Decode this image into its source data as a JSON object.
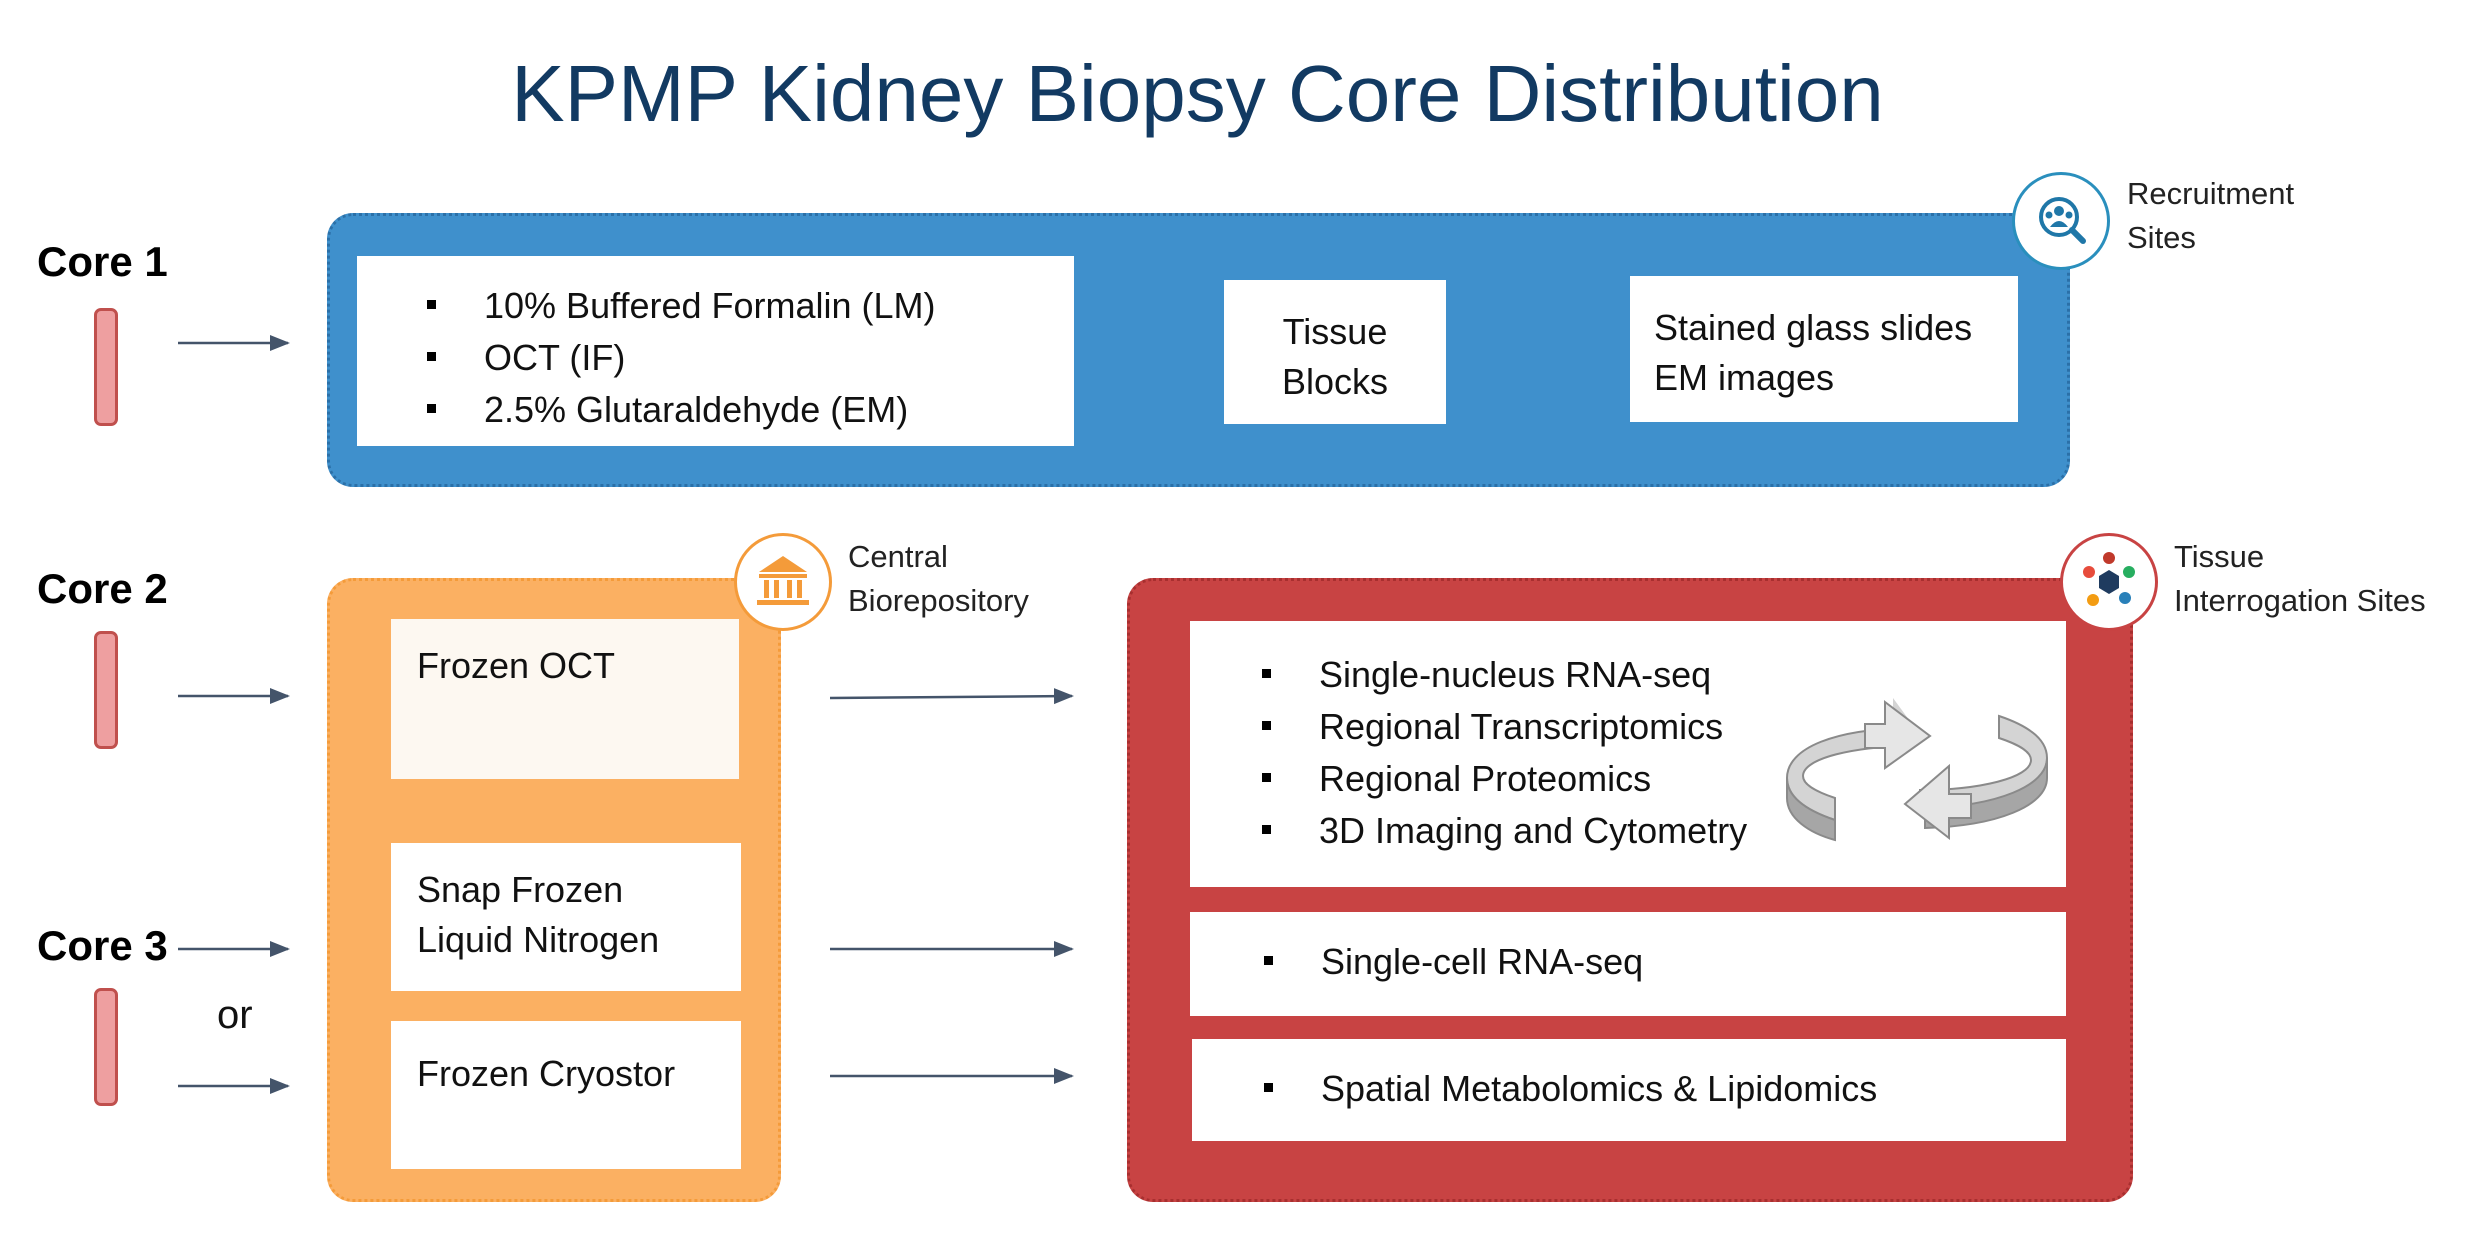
{
  "title": "KPMP Kidney Biopsy Core Distribution",
  "cores": {
    "core1": "Core 1",
    "core2": "Core 2",
    "core3": "Core 3",
    "or": "or"
  },
  "recruitment": {
    "label_line1": "Recruitment",
    "label_line2": "Sites",
    "icon": "recruitment-search-people-icon",
    "color": "#3f90cc",
    "fixatives": [
      "10% Buffered Formalin (LM)",
      "OCT (IF)",
      "2.5% Glutaraldehyde (EM)"
    ],
    "tissue_blocks": [
      "Tissue",
      "Blocks"
    ],
    "outputs": [
      "Stained glass slides",
      "EM images"
    ]
  },
  "biorepository": {
    "label_line1": "Central",
    "label_line2": "Biorepository",
    "icon": "biorepository-building-icon",
    "color": "#fbb062",
    "frozen_oct": "Frozen OCT",
    "snap_frozen": [
      "Snap Frozen",
      "Liquid Nitrogen"
    ],
    "cryostor": "Frozen Cryostor"
  },
  "interrogation": {
    "label_line1": "Tissue",
    "label_line2": "Interrogation Sites",
    "icon": "interrogation-hexagon-icon",
    "color": "#c84343",
    "group1": [
      "Single-nucleus RNA-seq",
      "Regional Transcriptomics",
      "Regional Proteomics",
      "3D Imaging and Cytometry"
    ],
    "group2": [
      "Single-cell RNA-seq"
    ],
    "group3": [
      "Spatial Metabolomics & Lipidomics"
    ],
    "cycle_icon": "circular-arrows-icon"
  }
}
